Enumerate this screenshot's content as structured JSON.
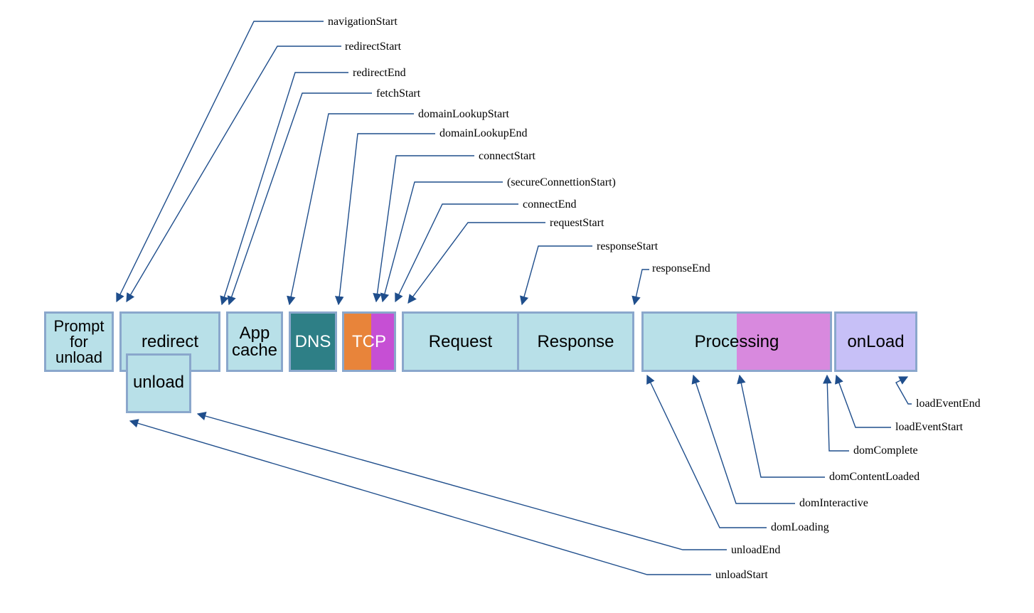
{
  "colors": {
    "box_fill": "#b8e0e8",
    "box_border": "#8aa7cc",
    "dns_fill": "#2e7f86",
    "tcp_orange": "#e8843a",
    "tcp_magenta": "#c64fd4",
    "processing_pink": "#d889de",
    "onload_fill": "#c7c0f7",
    "arrow": "#1f4e8c"
  },
  "boxes": {
    "prompt_for_unload": "Prompt\nfor\nunload",
    "redirect": "redirect",
    "unload": "unload",
    "app_cache": "App\ncache",
    "dns": "DNS",
    "tcp": "TCP",
    "request": "Request",
    "response": "Response",
    "processing": "Processing",
    "onload": "onLoad"
  },
  "events": {
    "navigationStart": "navigationStart",
    "redirectStart": "redirectStart",
    "redirectEnd": "redirectEnd",
    "fetchStart": "fetchStart",
    "domainLookupStart": "domainLookupStart",
    "domainLookupEnd": "domainLookupEnd",
    "connectStart": "connectStart",
    "secureConnectionStart": "(secureConnettionStart)",
    "connectEnd": "connectEnd",
    "requestStart": "requestStart",
    "responseStart": "responseStart",
    "responseEnd": "responseEnd",
    "loadEventEnd": "loadEventEnd",
    "loadEventStart": "loadEventStart",
    "domComplete": "domComplete",
    "domContentLoaded": "domContentLoaded",
    "domInteractive": "domInteractive",
    "domLoading": "domLoading",
    "unloadEnd": "unloadEnd",
    "unloadStart": "unloadStart"
  }
}
